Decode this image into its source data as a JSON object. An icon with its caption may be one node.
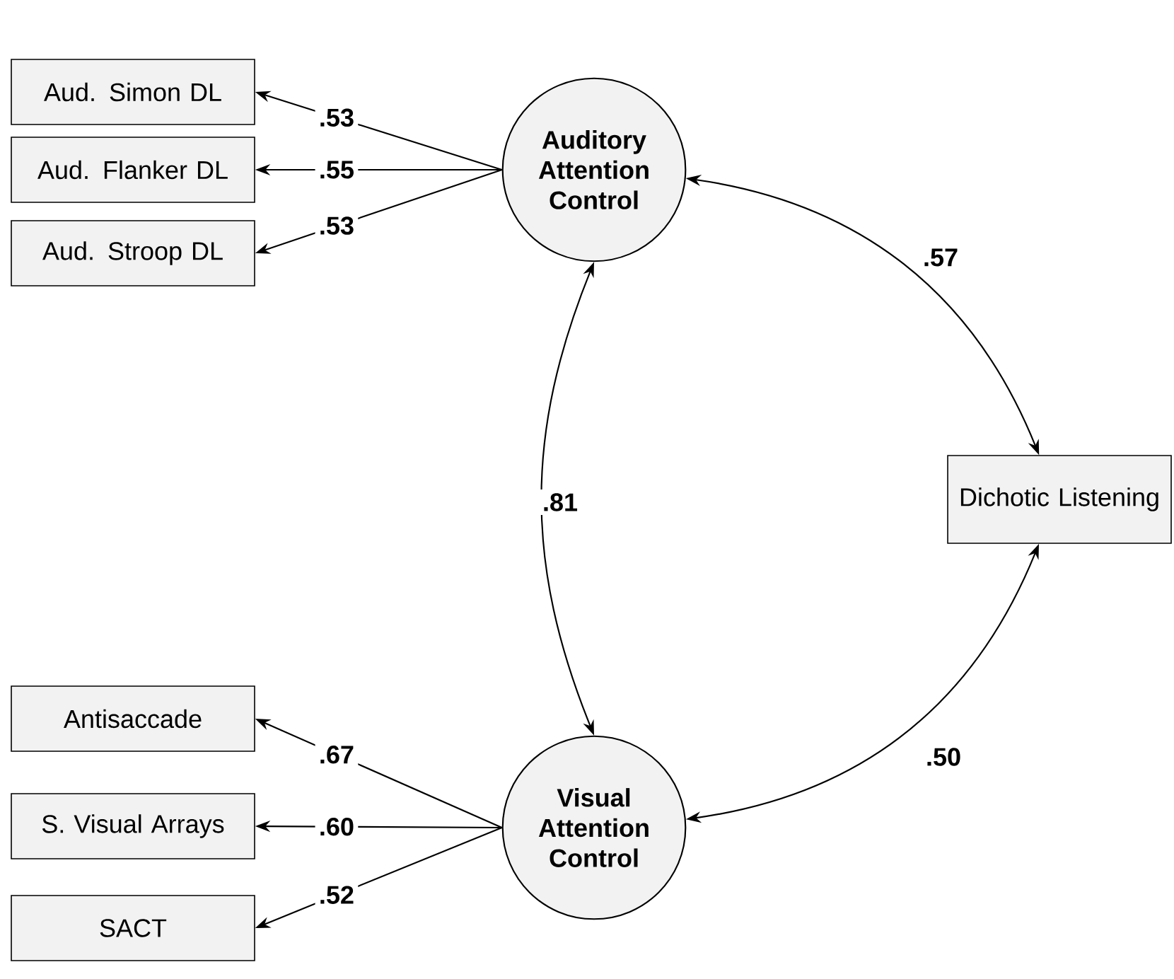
{
  "diagram": {
    "nodes": [
      {
        "text": [
          "Aud. Simon DL"
        ]
      },
      {
        "text": [
          "Aud. Flanker DL"
        ]
      },
      {
        "text": [
          "Aud. Stroop DL"
        ]
      },
      {
        "text": [
          "Auditory Attention Control"
        ]
      },
      {
        "text": [
          "Dichotic Listening"
        ]
      },
      {
        "text": [
          "Antisaccade"
        ]
      },
      {
        "text": [
          "S. Visual Arrays"
        ]
      },
      {
        "text": [
          "SACT"
        ]
      },
      {
        "text": [
          "Visual Attention Control"
        ]
      }
    ],
    "edges": [
      {
        "from": 3,
        "to": 0,
        "arrow": "to",
        "label": ".53"
      },
      {
        "from": 3,
        "to": 1,
        "arrow": "to",
        "label": ".55"
      },
      {
        "from": 3,
        "to": 2,
        "arrow": "to",
        "label": ".53"
      },
      {
        "from": 3,
        "to": 8,
        "arrow": "both",
        "label": ".81"
      },
      {
        "from": 3,
        "to": 4,
        "arrow": "both",
        "label": ".57"
      },
      {
        "from": 8,
        "to": 4,
        "arrow": "both",
        "label": ".50"
      },
      {
        "from": 8,
        "to": 5,
        "arrow": "to",
        "label": ".67"
      },
      {
        "from": 8,
        "to": 6,
        "arrow": "to",
        "label": ".60"
      },
      {
        "from": 8,
        "to": 7,
        "arrow": "to",
        "label": ".52"
      }
    ]
  }
}
